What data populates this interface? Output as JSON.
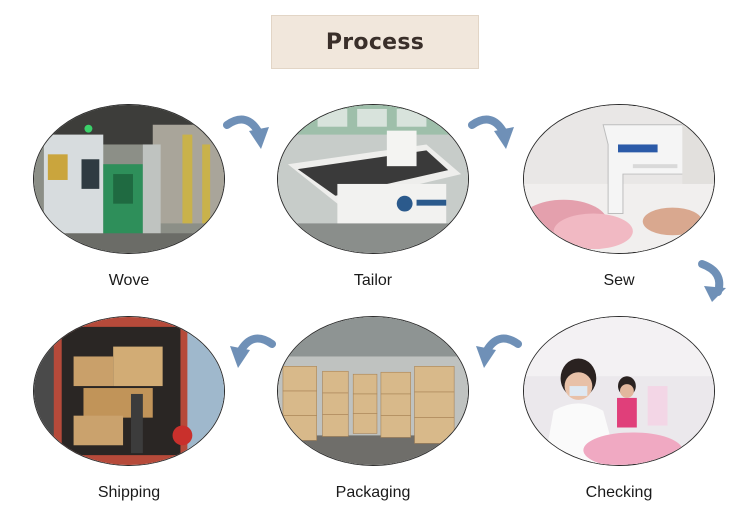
{
  "title": "Process",
  "steps": [
    {
      "label": "Wove",
      "photo": "weaving-machine-photo"
    },
    {
      "label": "Tailor",
      "photo": "cutting-machine-photo"
    },
    {
      "label": "Sew",
      "photo": "sewing-machine-photo"
    },
    {
      "label": "Checking",
      "photo": "quality-check-photo"
    },
    {
      "label": "Packaging",
      "photo": "packaging-boxes-photo"
    },
    {
      "label": "Shipping",
      "photo": "shipping-truck-photo"
    }
  ],
  "colors": {
    "title_bg": "#f1e7dc",
    "arrow": "#6f90b7",
    "text": "#1a1a1a"
  }
}
